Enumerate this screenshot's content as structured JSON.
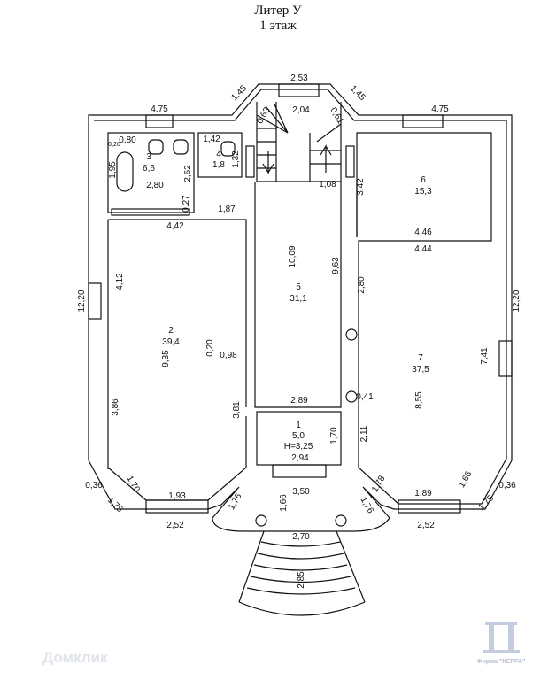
{
  "title": {
    "liter": "Литер У",
    "floor": "1 этаж"
  },
  "rooms": [
    {
      "num": "1",
      "area": "5,0",
      "height": "H=3,25"
    },
    {
      "num": "2",
      "area": "39,4"
    },
    {
      "num": "3",
      "area": "6,6"
    },
    {
      "num": "4",
      "area": "1,8"
    },
    {
      "num": "5",
      "area": "31,1"
    },
    {
      "num": "6",
      "area": "15,3"
    },
    {
      "num": "7",
      "area": "37,5"
    }
  ],
  "dims": [
    "2,53",
    "1,45",
    "1,45",
    "4,75",
    "4,75",
    "2,04",
    "0,63",
    "0,61",
    "0,80",
    "0,20",
    "1,95",
    "2,80",
    "2,62",
    "0,27",
    "1,42",
    "1,32",
    "1,08",
    "3,42",
    "1,87",
    "4,42",
    "4,46",
    "4,44",
    "10,09",
    "9,63",
    "4,12",
    "2,80",
    "12,20",
    "12,20",
    "0,20",
    "9,35",
    "0,98",
    "7,41",
    "0,41",
    "8,55",
    "3,86",
    "3,81",
    "2,89",
    "1,70",
    "2,11",
    "2,94",
    "1,70",
    "1,78",
    "1,66",
    "0,36",
    "0,36",
    "1,93",
    "1,89",
    "1,76",
    "1,66",
    "3,50",
    "1,76",
    "1,75",
    "1,75",
    "2,52",
    "2,52",
    "2,70",
    "2,85"
  ],
  "watermarks": {
    "brand": "Домклик",
    "firm": "Фирма \"КЕРРА\""
  }
}
